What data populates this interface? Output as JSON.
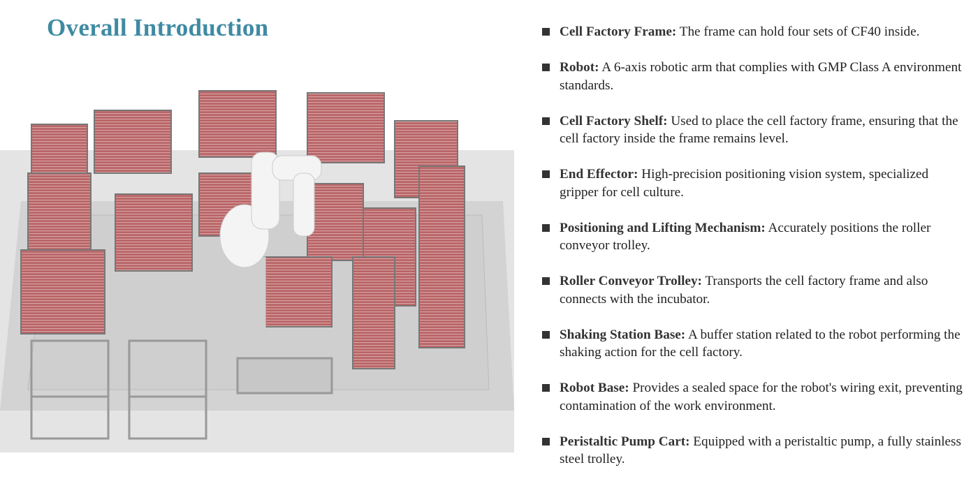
{
  "title": "Overall Introduction",
  "items": [
    {
      "term": "Cell Factory Frame:",
      "desc": " The frame can hold four sets of CF40 inside."
    },
    {
      "term": "Robot:",
      "desc": " A 6-axis robotic arm that complies with GMP Class A environment standards."
    },
    {
      "term": "Cell Factory Shelf:",
      "desc": " Used to place the cell factory frame, ensuring that the cell factory inside the frame remains level."
    },
    {
      "term": "End Effector:",
      "desc": " High-precision positioning vision system, specialized gripper for cell culture."
    },
    {
      "term": "Positioning and Lifting Mechanism:",
      "desc": " Accurately positions the roller conveyor trolley."
    },
    {
      "term": "Roller Conveyor Trolley:",
      "desc": " Transports the cell factory frame and also connects with the incubator."
    },
    {
      "term": "Shaking Station Base:",
      "desc": " A buffer station related to the robot performing the shaking action for the cell factory."
    },
    {
      "term": "Robot Base:",
      "desc": " Provides a sealed space for the robot's wiring exit, preventing contamination of the work environment."
    },
    {
      "term": "Peristaltic Pump Cart:",
      "desc": " Equipped with a peristaltic pump, a fully stainless steel trolley."
    }
  ],
  "colors": {
    "title": "#3f8aa3",
    "rack": "#b0585c",
    "floor": "#d9d9d9"
  }
}
